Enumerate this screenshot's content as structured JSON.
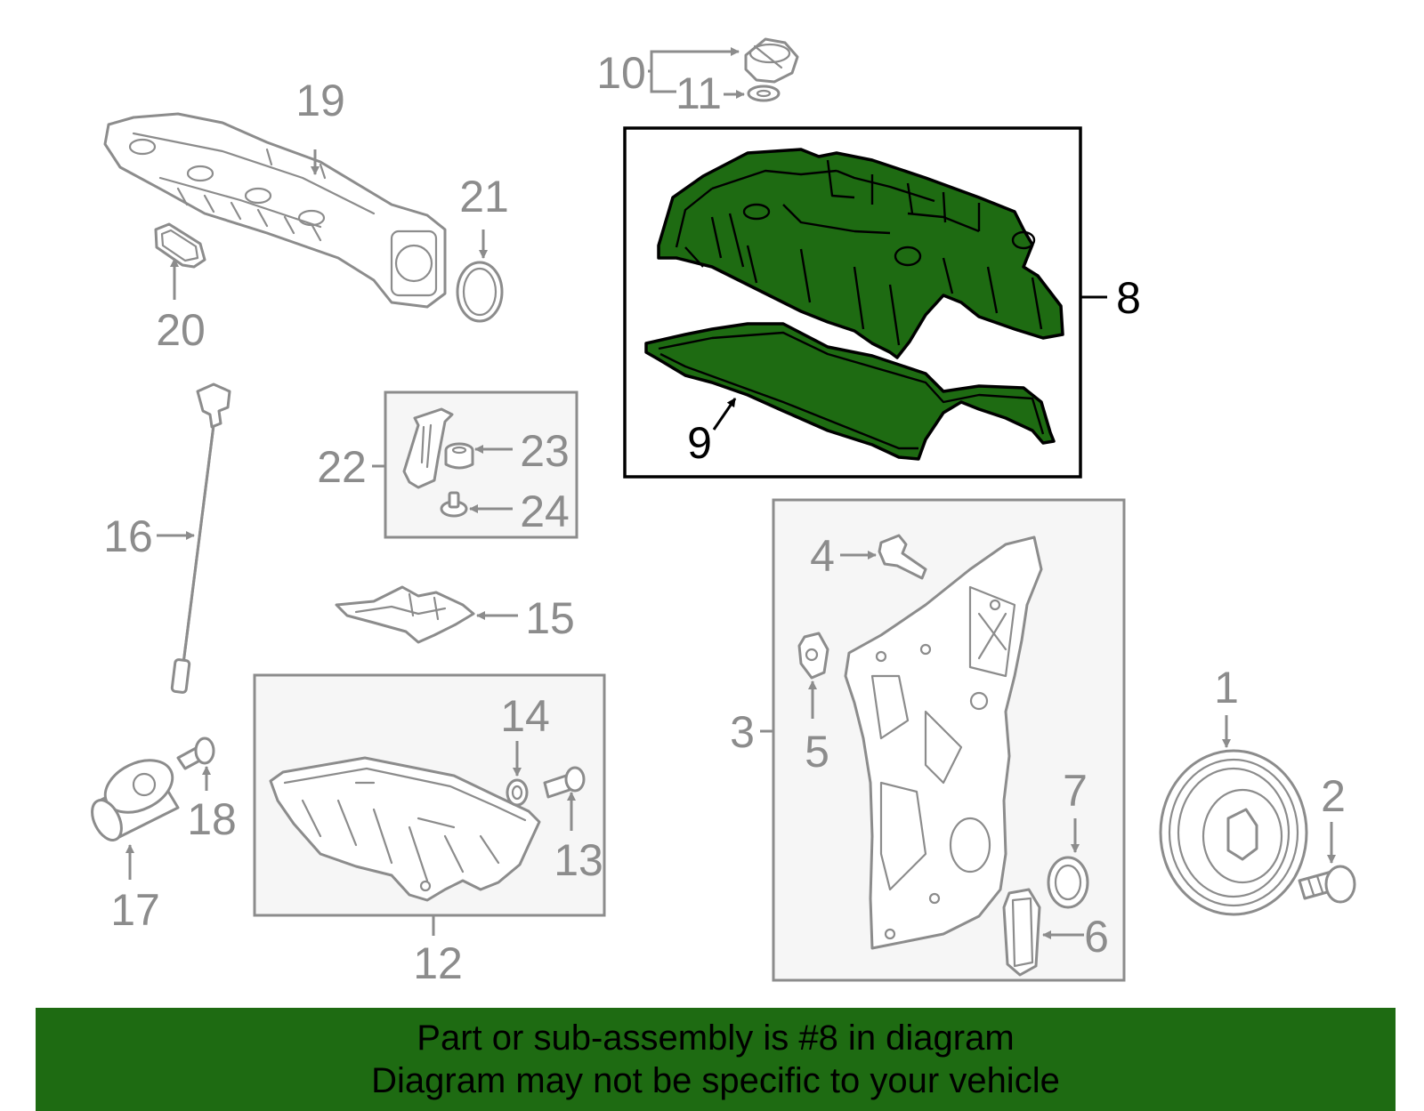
{
  "labels": {
    "p1": "1",
    "p2": "2",
    "p3": "3",
    "p4": "4",
    "p5": "5",
    "p6": "6",
    "p7": "7",
    "p8": "8",
    "p9": "9",
    "p10": "10",
    "p11": "11",
    "p12": "12",
    "p13": "13",
    "p14": "14",
    "p15": "15",
    "p16": "16",
    "p17": "17",
    "p18": "18",
    "p19": "19",
    "p20": "20",
    "p21": "21",
    "p22": "22",
    "p23": "23",
    "p24": "24"
  },
  "highlight_part": "8",
  "colors": {
    "highlight": "#1e6b12",
    "line": "#8c8c8c",
    "box_fill": "#f6f6f6"
  },
  "banner": {
    "line1": "Part or sub-assembly is #8 in diagram",
    "line2": "Diagram may not be specific to your vehicle"
  }
}
